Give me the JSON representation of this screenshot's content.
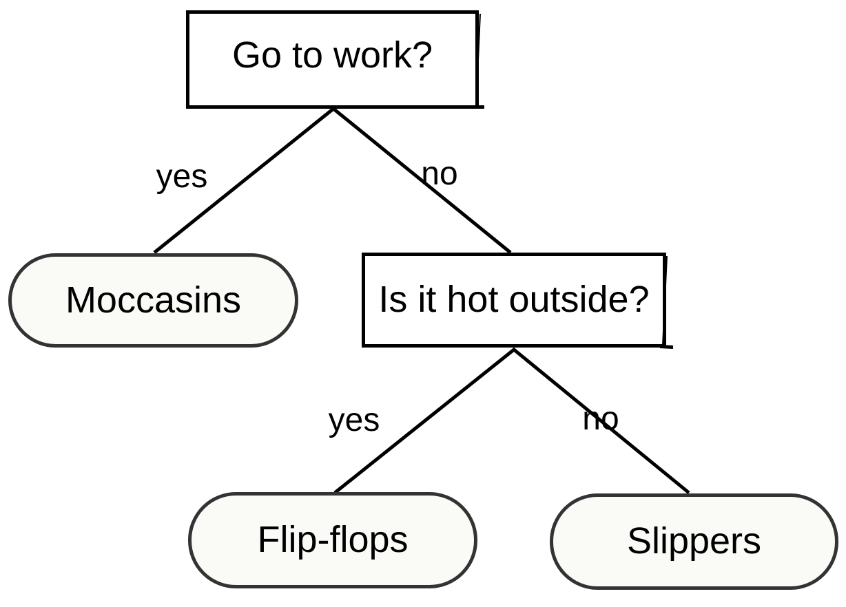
{
  "diagram": {
    "type": "decision-tree",
    "colors": {
      "background": "#ffffff",
      "edge_line": "#000000",
      "decision_node_border": "#000000",
      "decision_node_fill": "#ffffff",
      "leaf_node_border": "#333333",
      "leaf_node_fill": "#fafaf7",
      "text": "#000000"
    },
    "nodes": {
      "root": {
        "label": "Go to work?",
        "shape": "rectangle",
        "role": "decision"
      },
      "moccasins": {
        "label": "Moccasins",
        "shape": "pill",
        "role": "leaf"
      },
      "hot_outside": {
        "label": "Is it hot outside?",
        "shape": "rectangle",
        "role": "decision"
      },
      "flip_flops": {
        "label": "Flip-flops",
        "shape": "pill",
        "role": "leaf"
      },
      "slippers": {
        "label": "Slippers",
        "shape": "pill",
        "role": "leaf"
      }
    },
    "edges": {
      "root_yes": {
        "label": "yes",
        "from": "Go to work?",
        "to": "Moccasins"
      },
      "root_no": {
        "label": "no",
        "from": "Go to work?",
        "to": "Is it hot outside?"
      },
      "hot_yes": {
        "label": "yes",
        "from": "Is it hot outside?",
        "to": "Flip-flops"
      },
      "hot_no": {
        "label": "no",
        "from": "Is it hot outside?",
        "to": "Slippers"
      }
    }
  }
}
